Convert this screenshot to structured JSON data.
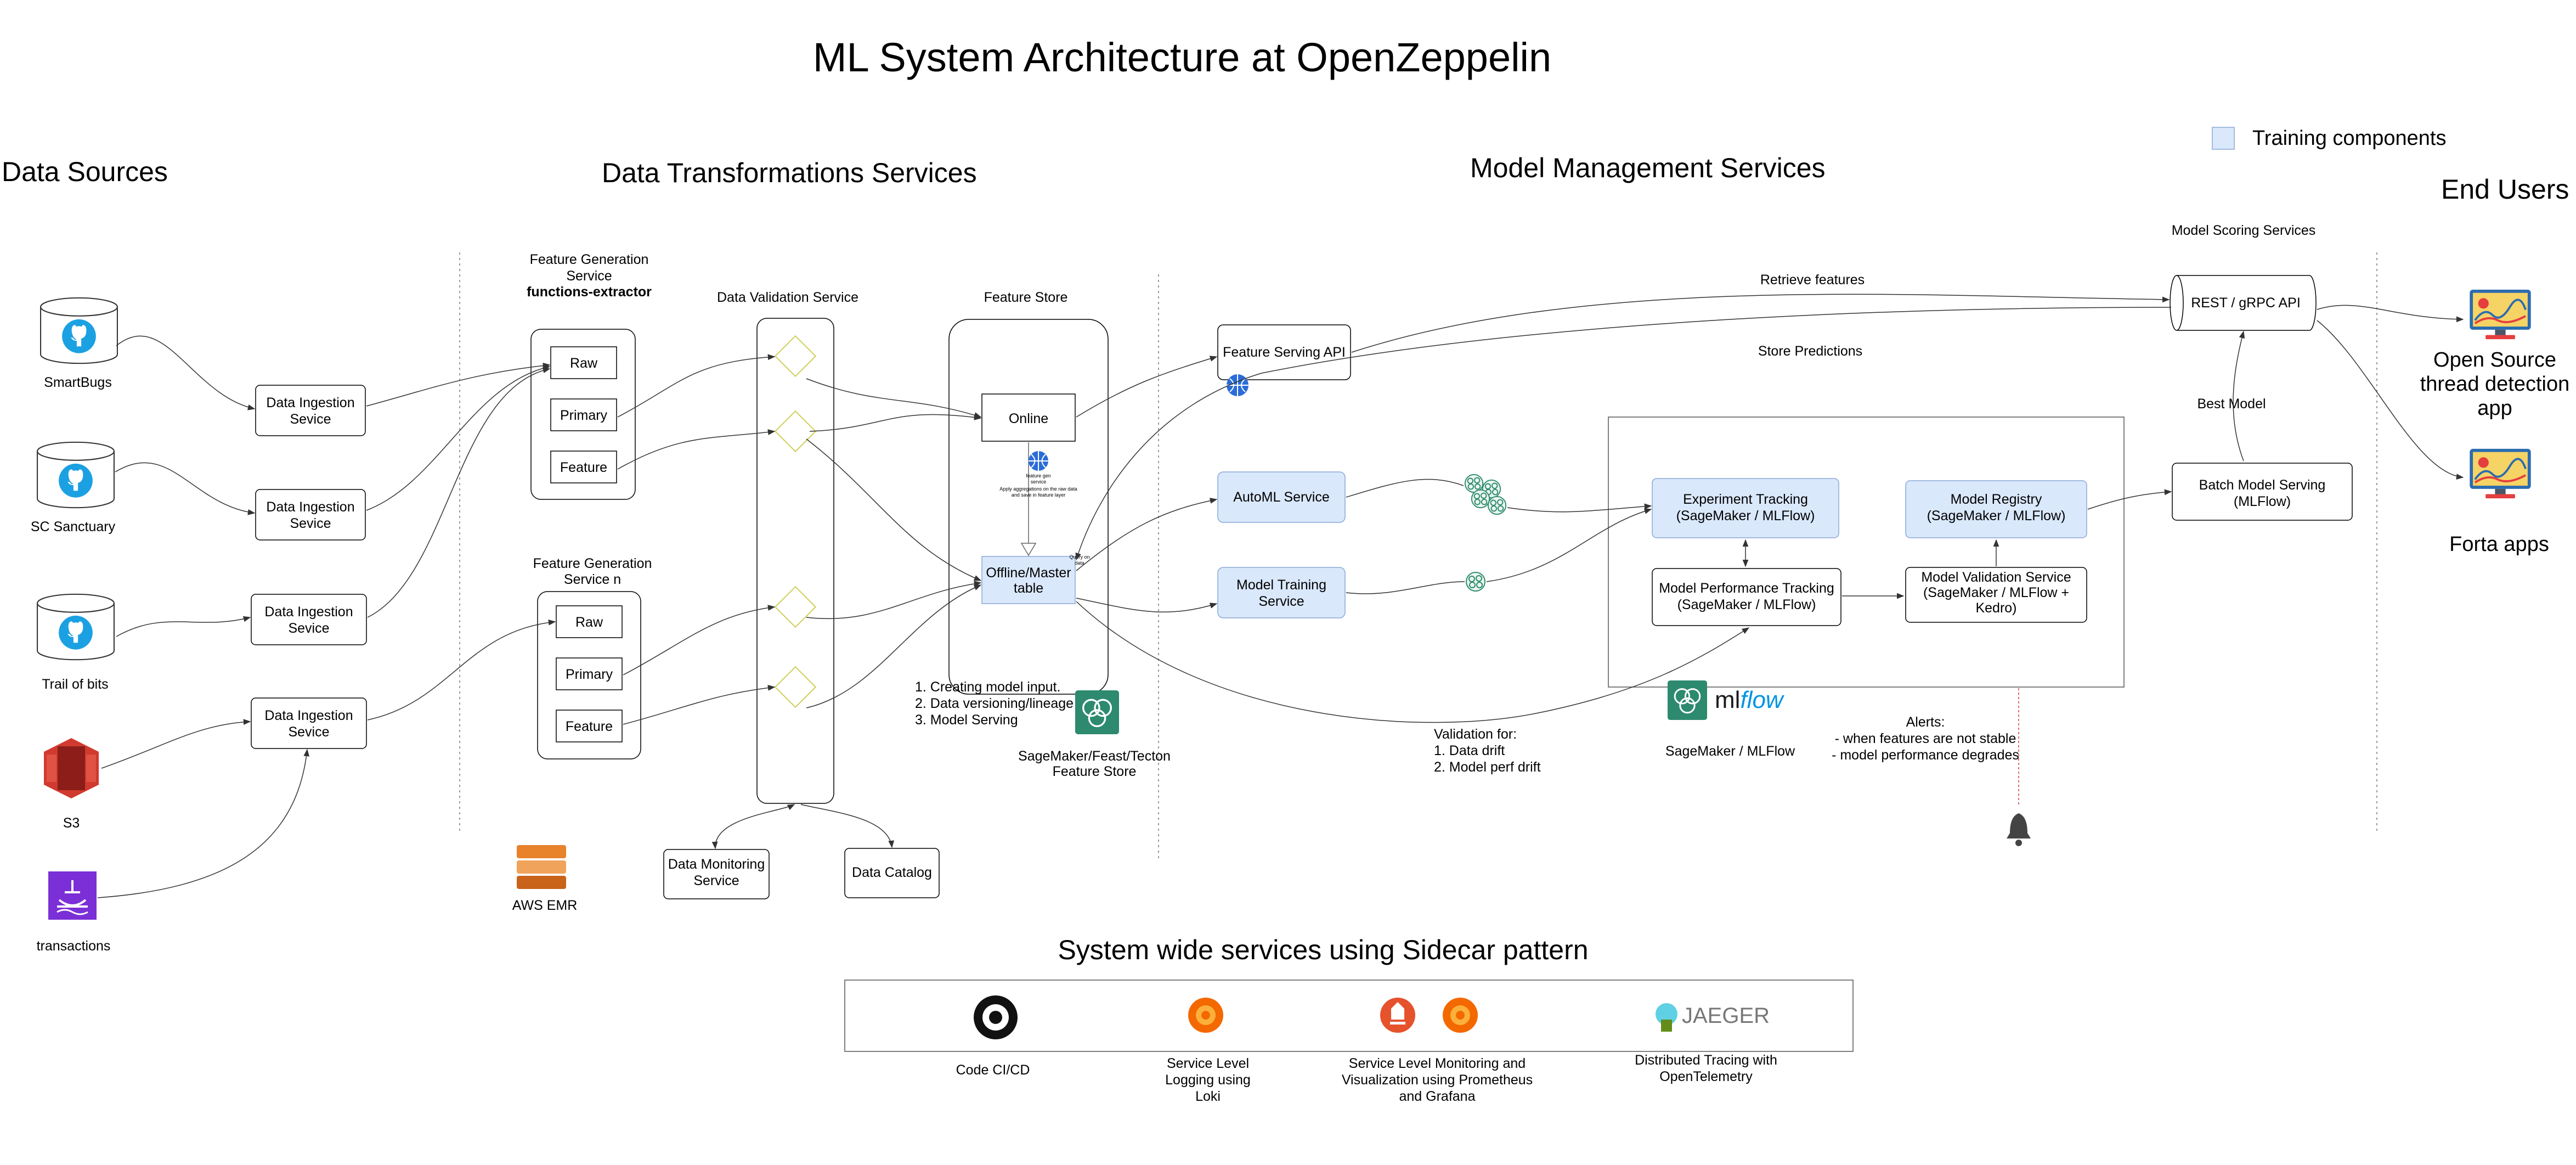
{
  "title": "ML System Architecture at OpenZeppelin",
  "sections": {
    "data_sources": "Data Sources",
    "data_transformations": "Data Transformations Services",
    "model_management": "Model Management Services",
    "end_users": "End Users"
  },
  "legend": {
    "label": "Training components",
    "color": "#dae8fc"
  },
  "sources": [
    {
      "label": "SmartBugs",
      "icon": "github-database-icon"
    },
    {
      "label": "SC Sanctuary",
      "icon": "github-database-icon"
    },
    {
      "label": "Trail of bits",
      "icon": "github-database-icon"
    },
    {
      "label": "S3",
      "icon": "aws-s3-icon"
    },
    {
      "label": "transactions",
      "icon": "transactions-icon"
    }
  ],
  "ingestion": {
    "line1": "Data Ingestion",
    "line2": "Sevice"
  },
  "feature_gen_1": {
    "line1": "Feature Generation",
    "line2": "Service",
    "line3": "functions-extractor",
    "items": [
      "Raw",
      "Primary",
      "Feature"
    ]
  },
  "feature_gen_n": {
    "line1": "Feature Generation",
    "line2": "Service n",
    "items": [
      "Raw",
      "Primary",
      "Feature"
    ]
  },
  "aws_emr": "AWS EMR",
  "validation": {
    "title": "Data Validation Service"
  },
  "monitoring": {
    "line1": "Data Monitoring",
    "line2": "Service"
  },
  "catalog": "Data Catalog",
  "feature_store": {
    "title": "Feature Store",
    "online": "Online",
    "offline_line1": "Offline/Master",
    "offline_line2": "table",
    "note_line1": "feature gen",
    "note_line2": "service",
    "note_line3": "Apply aggregations on the raw data",
    "note_line4": "and save in feature layer",
    "query_line1": "Query on",
    "query_line2": "data",
    "purpose": [
      "1. Creating model input.",
      "2. Data versioning/lineage",
      "3. Model Serving"
    ],
    "vendor_line1": "SageMaker/Feast/Tecton",
    "vendor_line2": "Feature Store"
  },
  "feature_serving": "Feature Serving API",
  "automl": "AutoML Service",
  "training": {
    "line1": "Model Training",
    "line2": "Service"
  },
  "experiment": {
    "line1": "Experiment Tracking",
    "line2": "(SageMaker / MLFlow)"
  },
  "perf_tracking": {
    "line1": "Model Performance Tracking",
    "line2": "(SageMaker / MLFlow)"
  },
  "registry": {
    "line1": "Model Registry",
    "line2": "(SageMaker / MLFlow)"
  },
  "model_validation": {
    "line1": "Model Validation Service",
    "line2": "(SageMaker / MLFlow +",
    "line3": "Kedro)"
  },
  "mlflow": {
    "ml": "ml",
    "flow": "flow",
    "caption": "SageMaker / MLFlow"
  },
  "validation_note": [
    "Validation for:",
    "1. Data drift",
    "2. Model perf drift"
  ],
  "alerts": [
    "Alerts:",
    "- when features are not stable",
    "- model performance degrades"
  ],
  "batch": {
    "line1": "Batch Model Serving",
    "line2": "(MLFlow)"
  },
  "scoring": {
    "title": "Model Scoring Services",
    "api": "REST / gRPC API"
  },
  "edges": {
    "retrieve": "Retrieve features",
    "store": "Store Predictions",
    "best": "Best Model"
  },
  "end_users": {
    "app1": [
      "Open Source",
      "thread detection",
      "app"
    ],
    "app2": "Forta apps"
  },
  "sidecar": {
    "title": "System wide services using Sidecar pattern",
    "items": [
      {
        "lines": [
          "Code CI/CD"
        ],
        "icon": "github-actions-icon"
      },
      {
        "lines": [
          "Service Level",
          "Logging using",
          "Loki"
        ],
        "icon": "grafana-loki-icon"
      },
      {
        "lines": [
          "Service Level Monitoring and",
          "Visualization using Prometheus",
          "and Grafana"
        ],
        "icon": "prometheus-grafana-icon"
      },
      {
        "lines": [
          "Distributed Tracing with",
          "OpenTelemetry"
        ],
        "icon": "jaeger-icon",
        "logo_text": "JAEGER"
      }
    ]
  },
  "colors": {
    "accent_blue": "#dae8fc",
    "aws_red": "#d13a2f",
    "emr_orange": "#e8822b",
    "grafana": "#f46800",
    "prometheus": "#e6522c",
    "github_blue": "#1ba1e2",
    "mlflow_blue": "#0194e2"
  }
}
